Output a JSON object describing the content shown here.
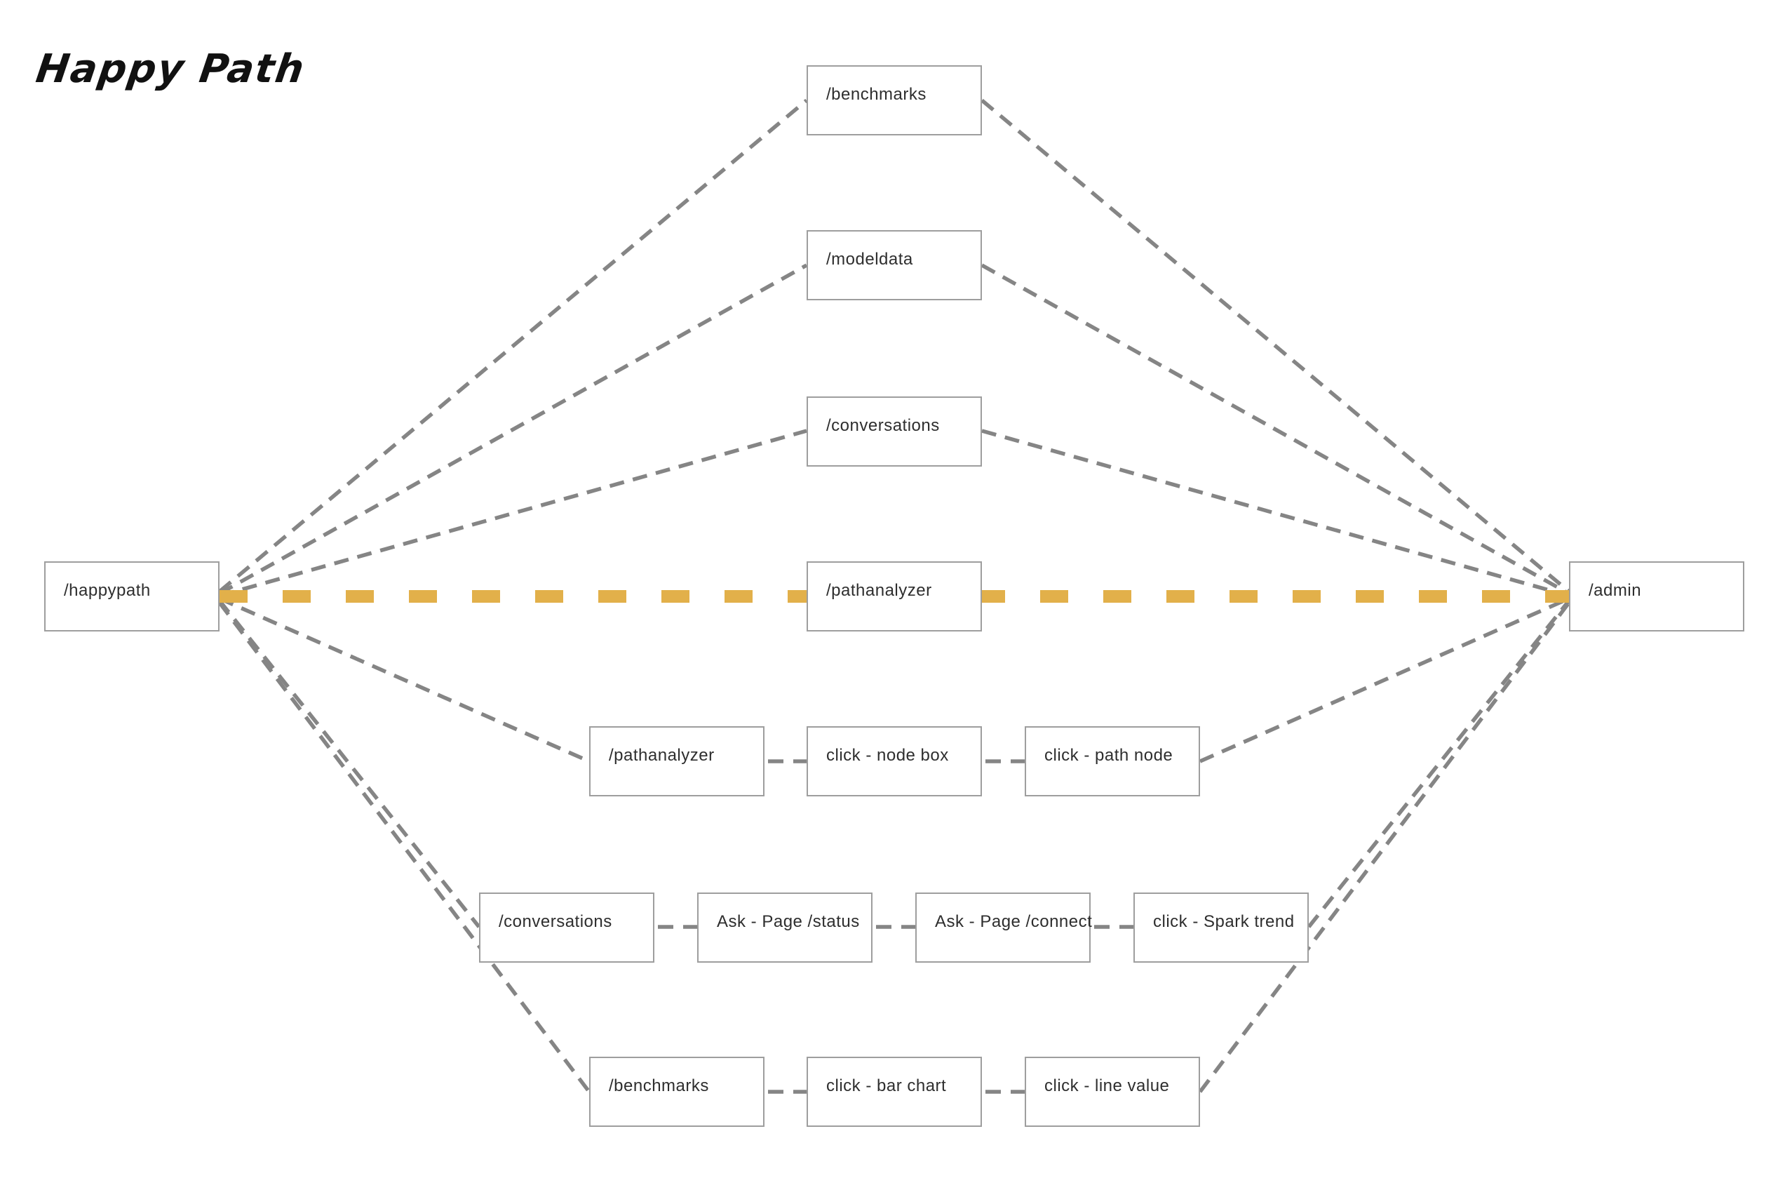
{
  "title": "Happy Path",
  "colors": {
    "highlight_path": "#E2B04A",
    "edge_gray": "#858585",
    "node_border": "#9e9e9e",
    "background": "#ffffff",
    "text": "#2e2e2e"
  },
  "nodes": {
    "happypath": "/happypath",
    "admin": "/admin",
    "mid_benchmarks": "/benchmarks",
    "mid_modeldata": "/modeldata",
    "mid_conversations": "/conversations",
    "mid_pathanalyzer": "/pathanalyzer",
    "row1_pathanalyzer": "/pathanalyzer",
    "row1_node_box": "click - node box",
    "row1_path_node": "click - path node",
    "row2_conversations": "/conversations",
    "row2_ask_status": "Ask - Page /status",
    "row2_ask_connect": "Ask - Page /connect",
    "row2_spark_trend": "click - Spark trend",
    "row3_benchmarks": "/benchmarks",
    "row3_bar_chart": "click - bar chart",
    "row3_line_value": "click - line value"
  },
  "edges": [
    {
      "from": "/happypath",
      "to": "/benchmarks",
      "style": "dashed-gray"
    },
    {
      "from": "/happypath",
      "to": "/modeldata",
      "style": "dashed-gray"
    },
    {
      "from": "/happypath",
      "to": "/conversations",
      "style": "dashed-gray"
    },
    {
      "from": "/happypath",
      "to": "/pathanalyzer",
      "style": "dashed-gold-highlight"
    },
    {
      "from": "/pathanalyzer",
      "to": "/admin",
      "style": "dashed-gold-highlight"
    },
    {
      "from": "/benchmarks",
      "to": "/admin",
      "style": "dashed-gray"
    },
    {
      "from": "/modeldata",
      "to": "/admin",
      "style": "dashed-gray"
    },
    {
      "from": "/conversations",
      "to": "/admin",
      "style": "dashed-gray"
    },
    {
      "from": "/happypath",
      "to": "/pathanalyzer (row)",
      "style": "dashed-gray"
    },
    {
      "from": "/pathanalyzer (row)",
      "to": "click - node box",
      "style": "dashed-gray"
    },
    {
      "from": "click - node box",
      "to": "click - path node",
      "style": "dashed-gray"
    },
    {
      "from": "click - path node",
      "to": "/admin",
      "style": "dashed-gray"
    },
    {
      "from": "/happypath",
      "to": "/conversations (row)",
      "style": "dashed-gray"
    },
    {
      "from": "/conversations (row)",
      "to": "Ask - Page /status",
      "style": "dashed-gray"
    },
    {
      "from": "Ask - Page /status",
      "to": "Ask - Page /connect",
      "style": "dashed-gray"
    },
    {
      "from": "Ask - Page /connect",
      "to": "click - Spark trend",
      "style": "dashed-gray"
    },
    {
      "from": "click - Spark trend",
      "to": "/admin",
      "style": "dashed-gray"
    },
    {
      "from": "/happypath",
      "to": "/benchmarks (row)",
      "style": "dashed-gray"
    },
    {
      "from": "/benchmarks (row)",
      "to": "click - bar chart",
      "style": "dashed-gray"
    },
    {
      "from": "click - bar chart",
      "to": "click - line value",
      "style": "dashed-gray"
    },
    {
      "from": "click - line value",
      "to": "/admin",
      "style": "dashed-gray"
    }
  ]
}
